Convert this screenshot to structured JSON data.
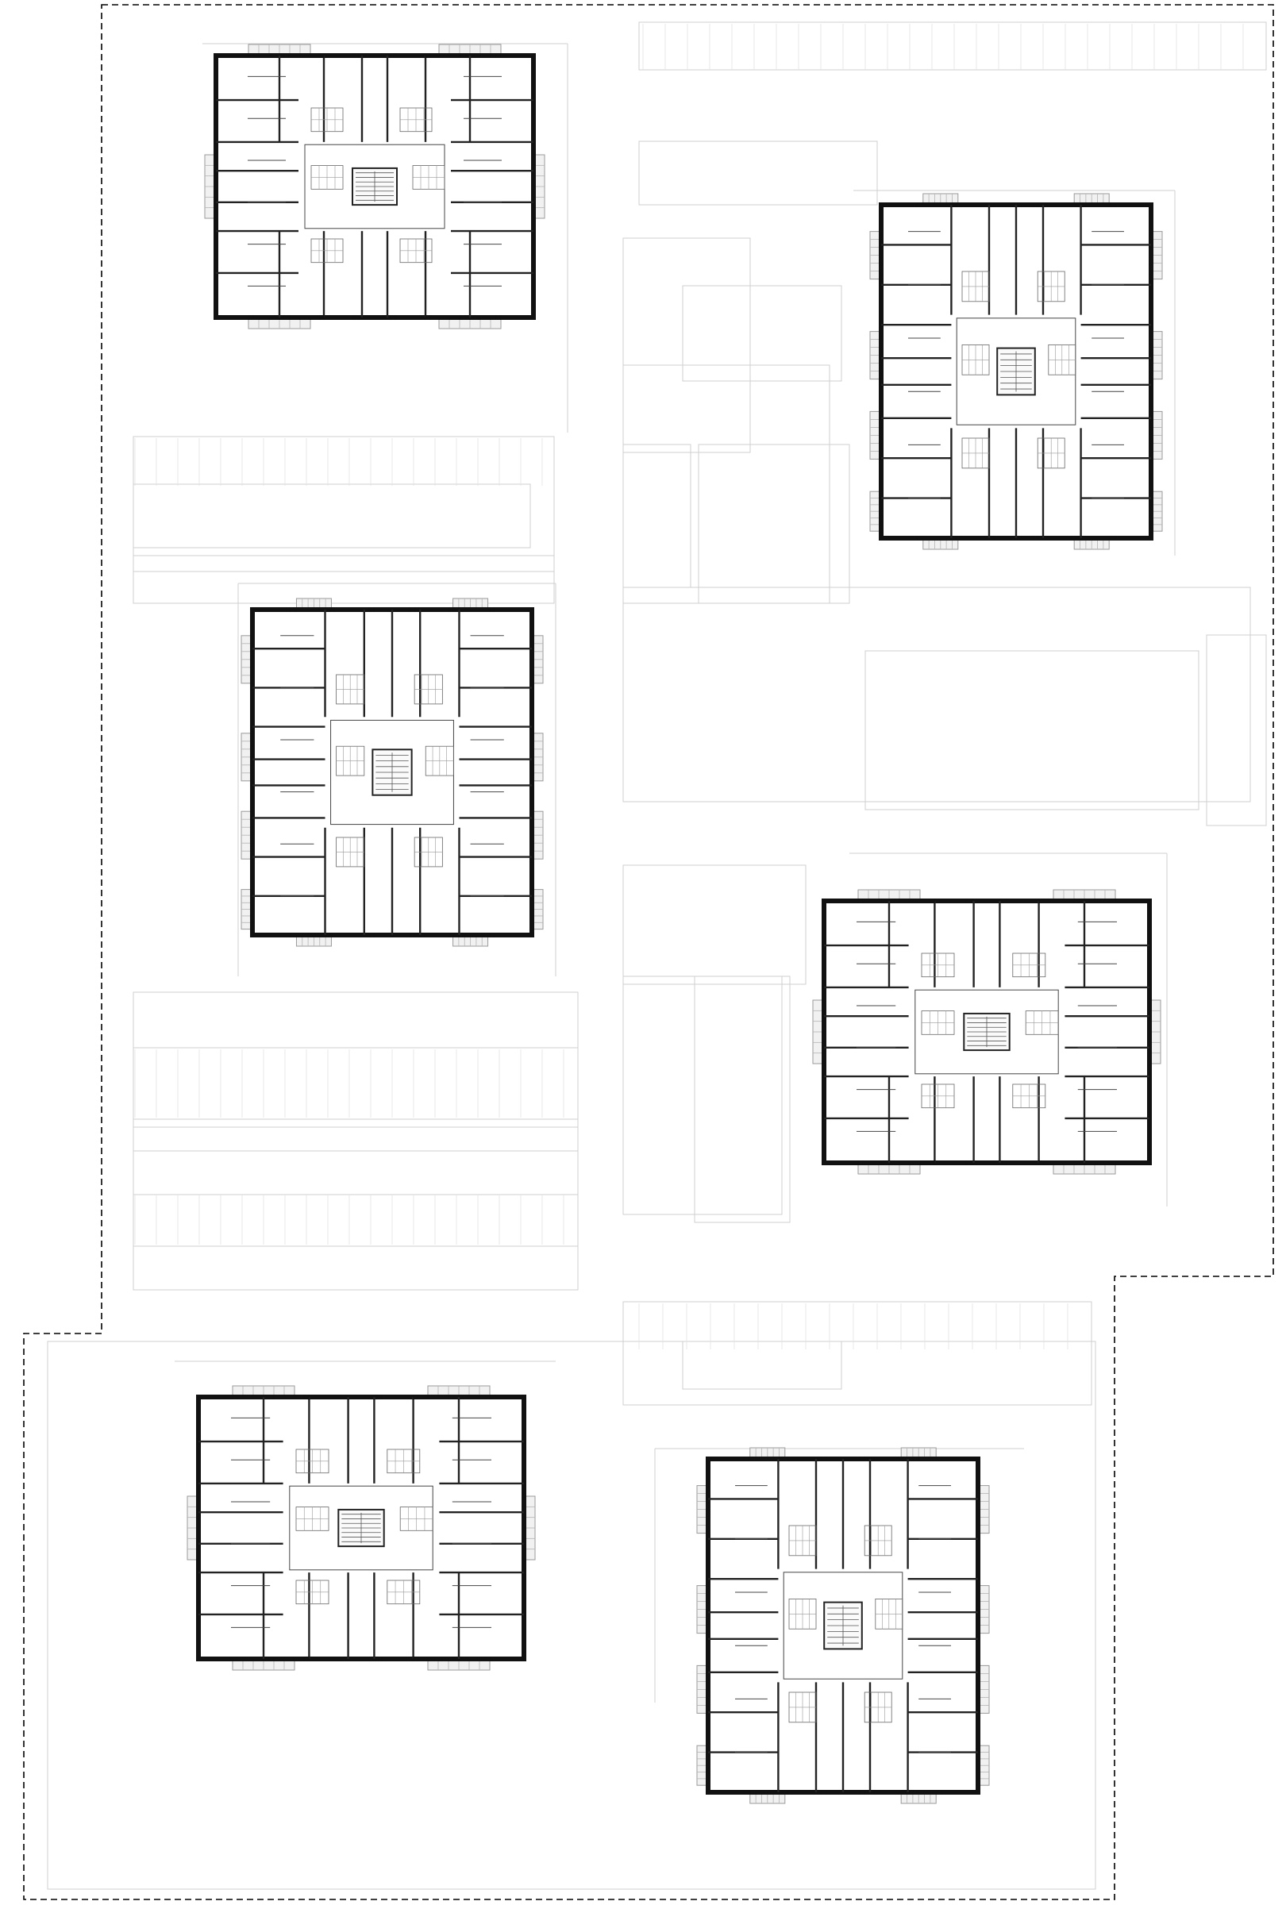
{
  "drawing": {
    "colors": {
      "background": "#ffffff",
      "wall": "#111111",
      "context": "#cfcfcf",
      "balcony": "#f1f1f1",
      "boundary": "#000000"
    },
    "buildings": [
      {
        "id": "block-1",
        "type": "wide",
        "core": "stair-center"
      },
      {
        "id": "block-2",
        "type": "tall",
        "core": "stair-center"
      },
      {
        "id": "block-3",
        "type": "tall",
        "core": "stair-center"
      },
      {
        "id": "block-4",
        "type": "wide",
        "core": "stair-center"
      },
      {
        "id": "block-5",
        "type": "wide",
        "core": "stair-center"
      },
      {
        "id": "block-6",
        "type": "tall",
        "core": "stair-center"
      }
    ]
  }
}
